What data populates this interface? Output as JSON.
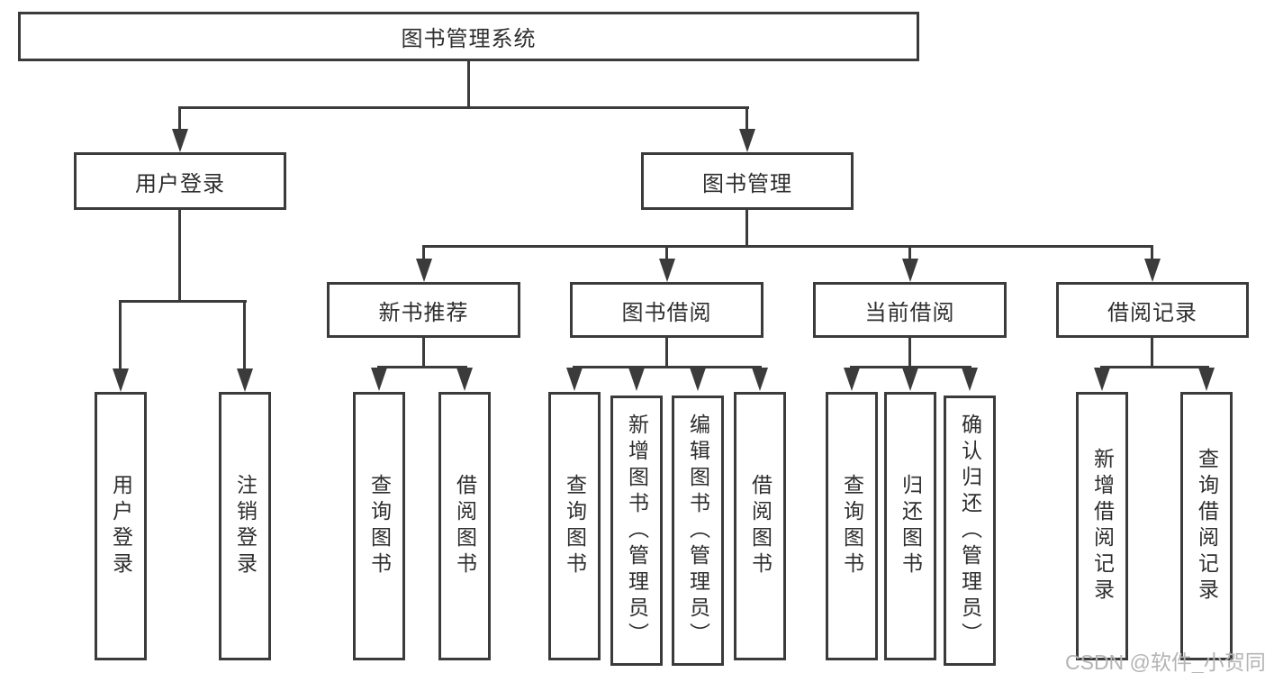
{
  "tree": {
    "root": "图书管理系统",
    "branches": [
      {
        "label": "用户登录",
        "leaves": [
          "用户登录",
          "注销登录"
        ]
      },
      {
        "label": "图书管理",
        "groups": [
          {
            "label": "新书推荐",
            "leaves": [
              "查询图书",
              "借阅图书"
            ]
          },
          {
            "label": "图书借阅",
            "leaves": [
              "查询图书",
              "新增图书（管理员）",
              "编辑图书（管理员）",
              "借阅图书"
            ]
          },
          {
            "label": "当前借阅",
            "leaves": [
              "查询图书",
              "归还图书",
              "确认归还（管理员）"
            ]
          },
          {
            "label": "借阅记录",
            "leaves": [
              "新增借阅记录",
              "查询借阅记录"
            ]
          }
        ]
      }
    ]
  },
  "watermark": "CSDN @软件_小贺同学",
  "colors": {
    "line": "#3b3b3b",
    "box_border": "#3b3b3b",
    "text": "#2e2e2e",
    "watermark": "#b4b4b4",
    "background": "#ffffff"
  }
}
